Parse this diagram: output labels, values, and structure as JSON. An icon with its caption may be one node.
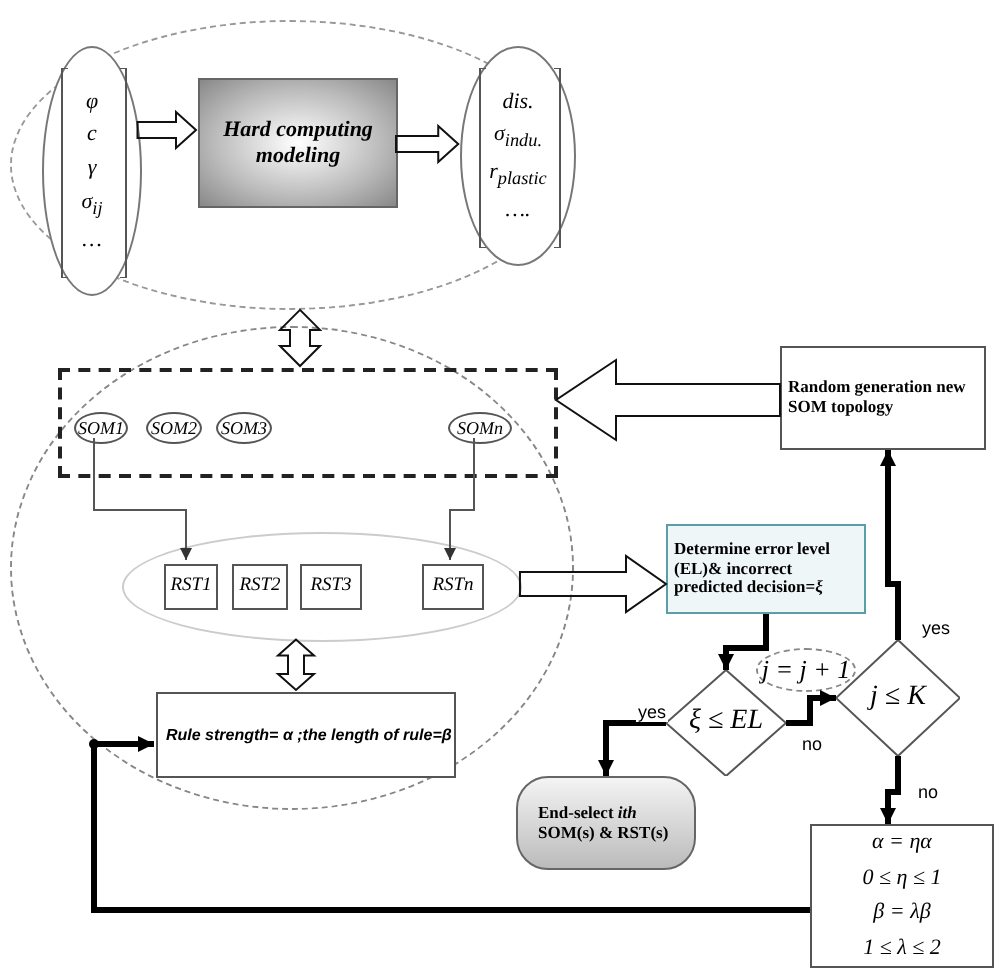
{
  "diagram": {
    "nodes": [
      {
        "text": [],
        "shape": "ellipse"
      },
      {
        "text": [
          "φ",
          "c",
          "γ",
          "σ$_{ij}$",
          "…"
        ],
        "in": 0
      },
      {
        "text": [
          "Hard computing modeling"
        ],
        "in": 0
      },
      {
        "text": [
          "dis.",
          "σ$_{indu.}$",
          "r$_{plastic}$",
          "…."
        ],
        "in": 0
      },
      {
        "text": [],
        "shape": "ellipse"
      },
      {
        "text": [],
        "shape": "box",
        "in": 4
      },
      {
        "text": [
          "SOM1"
        ],
        "in": 5
      },
      {
        "text": [
          "SOM2"
        ],
        "in": 5
      },
      {
        "text": [
          "SOM3"
        ],
        "in": 5
      },
      {
        "text": [
          "SOMn"
        ],
        "in": 5
      },
      {
        "text": [],
        "shape": "ellipse",
        "in": 4
      },
      {
        "text": [
          "RST1"
        ],
        "in": 10
      },
      {
        "text": [
          "RST2"
        ],
        "in": 10
      },
      {
        "text": [
          "RST3"
        ],
        "in": 10
      },
      {
        "text": [
          "RSTn"
        ],
        "in": 10
      },
      {
        "text": [
          "Rule strength= *α* ;the length of rule=*β*"
        ],
        "in": 4
      },
      {
        "text": [
          "Random generation new SOM topology"
        ]
      },
      {
        "text": [
          "Determine error level (EL)& incorrect predicted decision=*ξ*"
        ]
      },
      {
        "text": [
          "ξ ≤ EL"
        ]
      },
      {
        "text": [
          "j = j + 1"
        ]
      },
      {
        "text": [
          "j ≤ K"
        ]
      },
      {
        "text": [
          "End-select *ith* SOM(s) & RST(s)"
        ]
      },
      {
        "text": [
          "α = ηα",
          "0 ≤ η ≤ 1",
          "β = λβ",
          "1 ≤ λ ≤ 2"
        ]
      }
    ],
    "edges": [
      {
        "from": 1,
        "to": 2,
        "arrow": "to"
      },
      {
        "from": 2,
        "to": 3,
        "arrow": "to"
      },
      {
        "from": 0,
        "to": 5,
        "arrow": "both"
      },
      {
        "from": 16,
        "to": 5,
        "arrow": "to"
      },
      {
        "from": 6,
        "to": 11,
        "arrow": "to",
        "color": "#555555"
      },
      {
        "from": 9,
        "to": 14,
        "arrow": "to",
        "color": "#555555"
      },
      {
        "from": 10,
        "to": 17,
        "arrow": "to"
      },
      {
        "from": 10,
        "to": 15,
        "arrow": "both"
      },
      {
        "from": 17,
        "to": 18,
        "arrow": "to"
      },
      {
        "from": 18,
        "to": 21,
        "arrow": "to",
        "label": "yes"
      },
      {
        "from": 18,
        "to": 20,
        "arrow": "to",
        "label": "no"
      },
      {
        "from": 20,
        "to": 16,
        "arrow": "to",
        "label": "yes"
      },
      {
        "from": 20,
        "to": 22,
        "arrow": "to",
        "label": "no"
      },
      {
        "from": 22,
        "to": 15,
        "arrow": "to"
      }
    ]
  }
}
